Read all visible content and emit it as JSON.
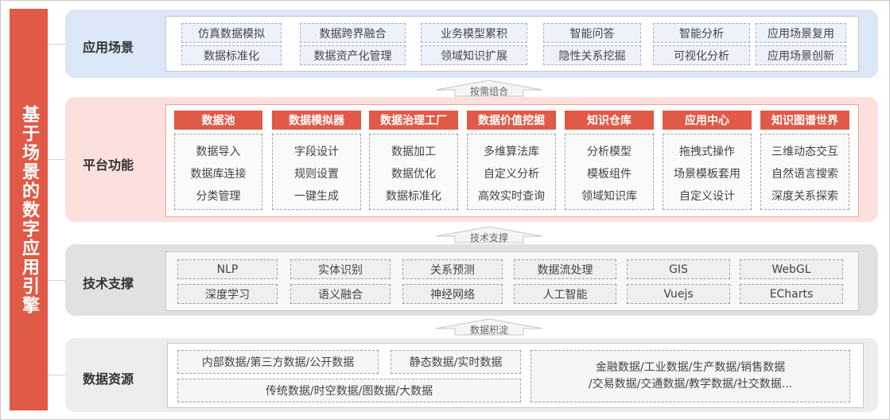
{
  "title": "基于场景的数字应用引擎",
  "layers": {
    "app": {
      "label": "应用场景",
      "items": [
        "仿真数据模拟",
        "数据跨界融合",
        "业务模型累积",
        "智能问答",
        "智能分析",
        "应用场景复用",
        "数据标准化",
        "数据资产化管理",
        "领域知识扩展",
        "隐性关系挖掘",
        "可视化分析",
        "应用场景创新"
      ]
    },
    "platform": {
      "label": "平台功能",
      "columns": [
        {
          "title": "数据池",
          "items": [
            "数据导入",
            "数据库连接",
            "分类管理"
          ]
        },
        {
          "title": "数据模拟器",
          "items": [
            "字段设计",
            "规则设置",
            "一键生成"
          ]
        },
        {
          "title": "数据治理工厂",
          "items": [
            "数据加工",
            "数据优化",
            "数据标准化"
          ]
        },
        {
          "title": "数据价值挖掘",
          "items": [
            "多维算法库",
            "自定义分析",
            "高效实时查询"
          ]
        },
        {
          "title": "知识仓库",
          "items": [
            "分析模型",
            "模板组件",
            "领域知识库"
          ]
        },
        {
          "title": "应用中心",
          "items": [
            "拖拽式操作",
            "场景模板套用",
            "自定义设计"
          ]
        },
        {
          "title": "知识图谱世界",
          "items": [
            "三维动态交互",
            "自然语言搜索",
            "深度关系探索"
          ]
        }
      ]
    },
    "tech": {
      "label": "技术支撑",
      "items": [
        "NLP",
        "实体识别",
        "关系预测",
        "数据流处理",
        "GIS",
        "WebGL",
        "深度学习",
        "语义融合",
        "神经网络",
        "人工智能",
        "Vuejs",
        "ECharts"
      ]
    },
    "data": {
      "label": "数据资源",
      "items": [
        "内部数据/第三方数据/公开数据",
        "静态数据/实时数据",
        "传统数据/时空数据/图数据/大数据",
        "金融数据/工业数据/生产数据/销售数据",
        "/交易数据/交通数据/教学数据/社交数据..."
      ]
    }
  },
  "arrows": [
    "按需组合",
    "技术支撑",
    "数据积淀"
  ]
}
